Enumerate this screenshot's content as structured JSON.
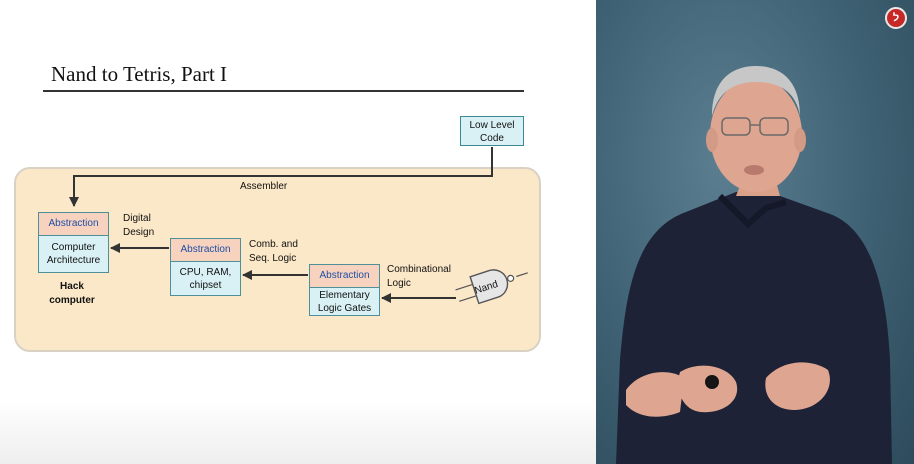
{
  "slide": {
    "title": "Nand to Tetris, Part I",
    "low_level_code": "Low Level Code",
    "assembler": "Assembler",
    "abstraction": "Abstraction",
    "computer_architecture": "Computer Architecture",
    "cpu_ram_chipset": "CPU, RAM, chipset",
    "elementary_logic_gates": "Elementary Logic Gates",
    "digital_design": "Digital Design",
    "comb_seq_logic": "Comb. and Seq. Logic",
    "combinational_logic": "Combinational Logic",
    "hack_computer": "Hack computer",
    "nand": "Nand"
  },
  "colors": {
    "region": "#fbe8c8",
    "abstraction_fill": "#f7d3bf",
    "implementation_fill": "#d9f1f5",
    "background": "#3e6173"
  },
  "icons": {
    "logo": "red-circle-logo-icon"
  }
}
